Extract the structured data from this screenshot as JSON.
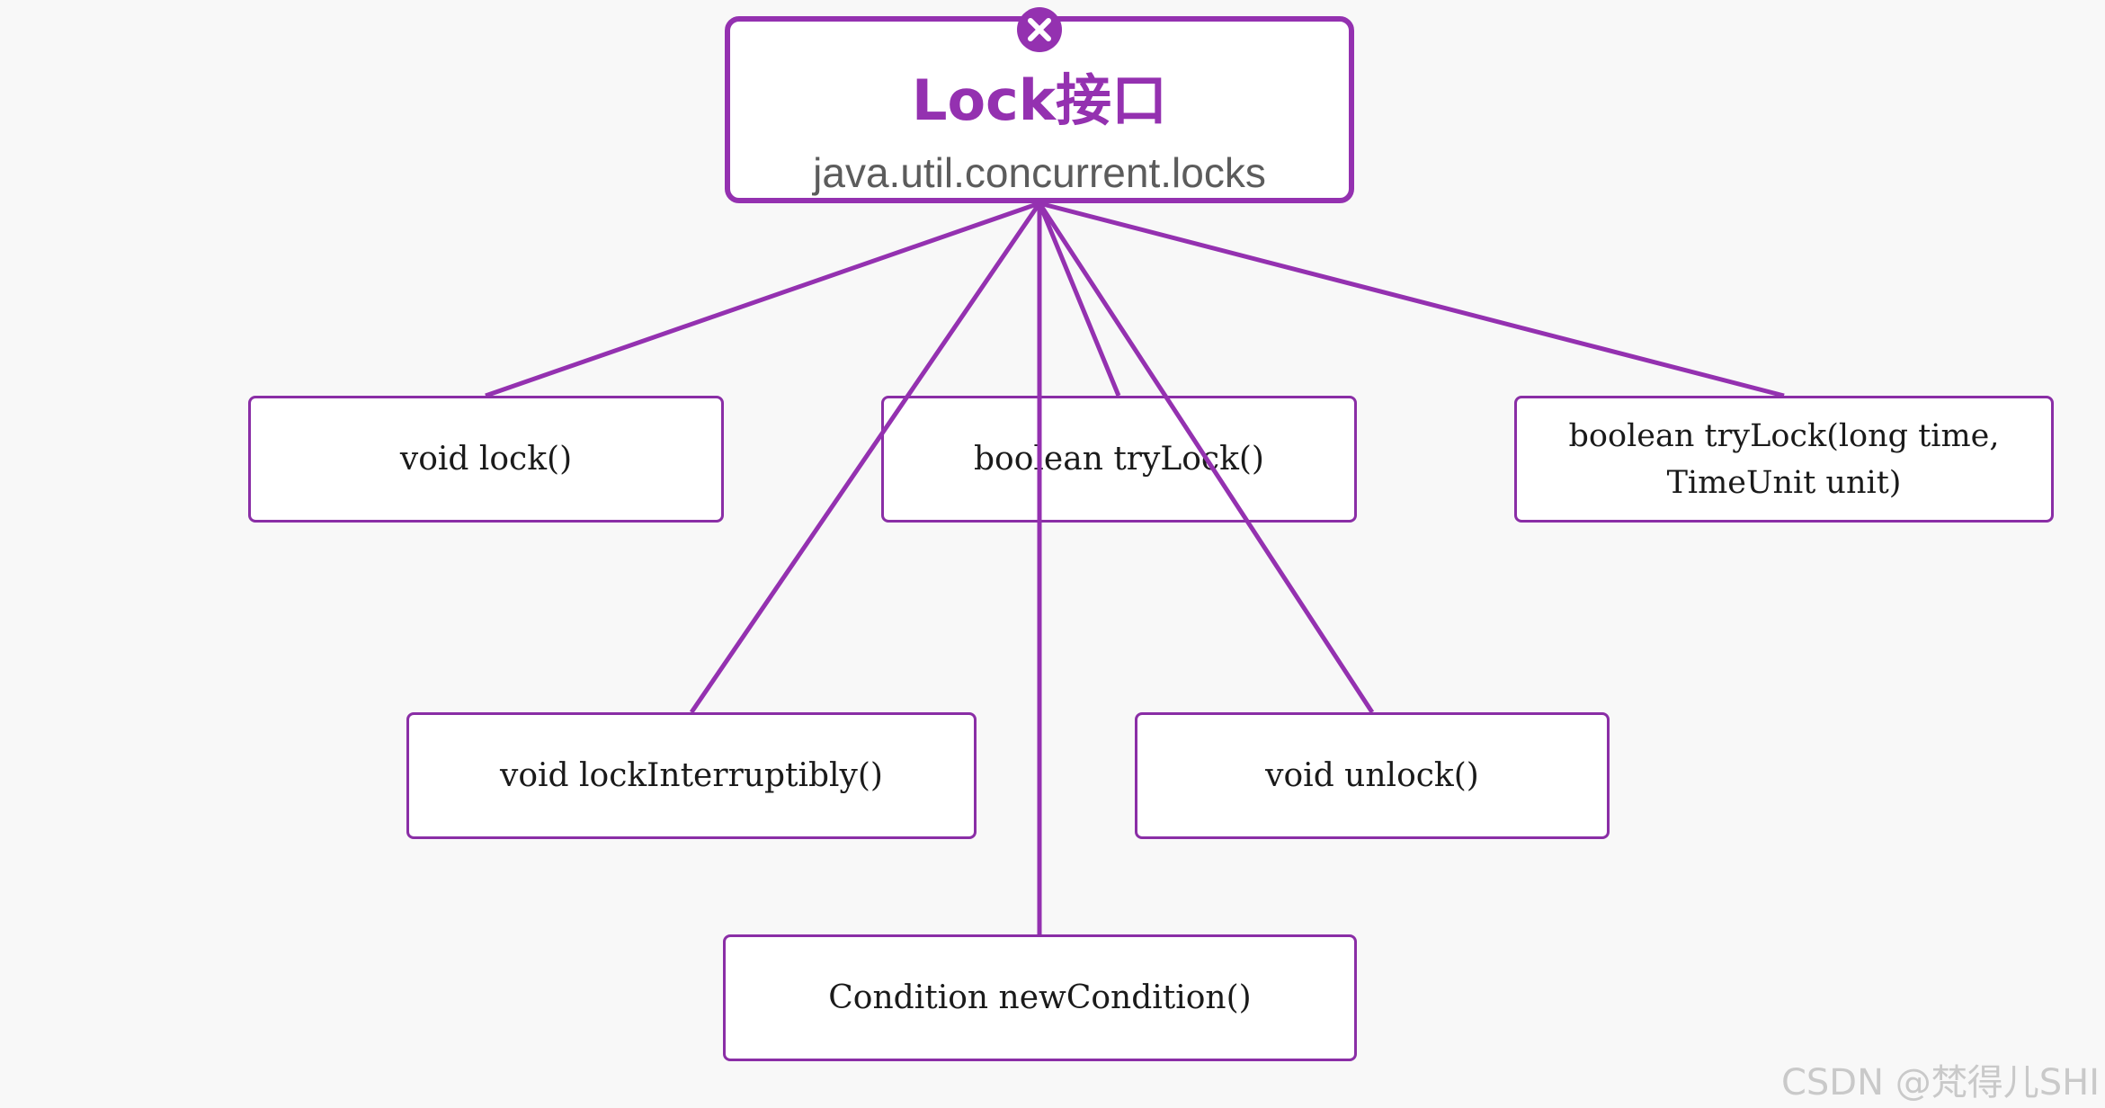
{
  "diagram": {
    "root": {
      "title": "Lock接口",
      "subtitle": "java.util.concurrent.locks",
      "icon": "close-circle-icon"
    },
    "methods": [
      {
        "label": "void lock()"
      },
      {
        "label": "boolean tryLock()"
      },
      {
        "line1": "boolean tryLock(long time,",
        "line2": "TimeUnit unit)"
      },
      {
        "label": "void lockInterruptibly()"
      },
      {
        "label": "void unlock()"
      },
      {
        "label": "Condition newCondition()"
      }
    ],
    "edges": [
      {
        "from": "root",
        "to": "void lock()"
      },
      {
        "from": "root",
        "to": "boolean tryLock()"
      },
      {
        "from": "root",
        "to": "boolean tryLock(long time, TimeUnit unit)"
      },
      {
        "from": "root",
        "to": "void lockInterruptibly()"
      },
      {
        "from": "root",
        "to": "void unlock()"
      },
      {
        "from": "root",
        "to": "Condition newCondition()"
      }
    ],
    "colors": {
      "accent": "#9431b0",
      "subtitle": "#5c5c5c",
      "background": "#f8f8f8"
    }
  },
  "watermark": "CSDN @梵得儿SHI"
}
